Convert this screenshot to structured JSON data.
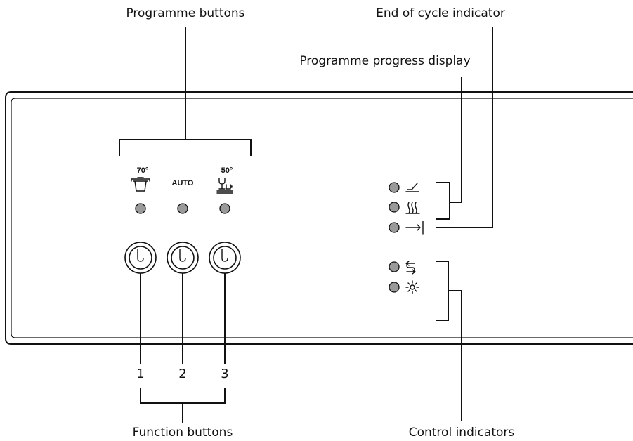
{
  "labels": {
    "programme_buttons": "Programme buttons",
    "end_of_cycle_indicator": "End of cycle indicator",
    "programme_progress_display": "Programme progress display",
    "function_buttons": "Function buttons",
    "control_indicators": "Control indicators"
  },
  "programmes": [
    {
      "temp": "70°",
      "icon": "pot-icon"
    },
    {
      "temp": "AUTO",
      "icon": ""
    },
    {
      "temp": "50°",
      "icon": "glass-and-cup-icon"
    }
  ],
  "function_numbers": [
    "1",
    "2",
    "3"
  ],
  "progress_indicators": [
    {
      "icon": "wash-brush-icon"
    },
    {
      "icon": "drying-icon"
    },
    {
      "icon": "end-arrow-icon"
    }
  ],
  "control_indicators": [
    {
      "icon": "salt-refill-icon"
    },
    {
      "icon": "rinse-aid-icon"
    }
  ],
  "colors": {
    "led": "#9a9a9a",
    "line": "#111111",
    "background": "#ffffff"
  }
}
